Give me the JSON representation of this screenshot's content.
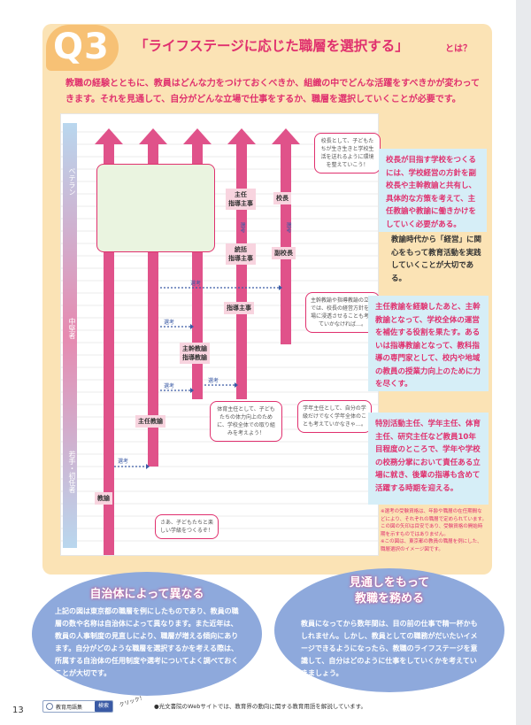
{
  "page_number": "13",
  "header": {
    "q_label": "Q3",
    "title": "「ライフステージに応じた職層を選択する」",
    "title_suffix": "とは？"
  },
  "intro": "教職の経験とともに、教員はどんな力をつけておくべきか、組織の中でどんな活躍をすべきかが変わってきます。それを見通して、自分がどんな立場で仕事をするか、職層を選択していくことが必要です。",
  "colors": {
    "accent": "#e0306e",
    "panel": "#fbe3b5",
    "arrow": "#e0528a",
    "note_bg": "#d6eef7",
    "ellipse": "#8ea9dc"
  },
  "stages": [
    {
      "label": "ベテラン"
    },
    {
      "label": "中堅者"
    },
    {
      "label": "若手・初任者"
    }
  ],
  "roles": {
    "teacher": "教諭",
    "lead_teacher": "主任教諭",
    "guide_teacher": "主幹教諭\n指導教諭",
    "guide_chief": "指導主事",
    "supervisor_chief": "統括\n指導主事",
    "vice_principal": "副校長",
    "chief_supervisor": "主任\n指導主事",
    "principal": "校長"
  },
  "selection_labels": [
    "選考",
    "選考",
    "選考",
    "選考",
    "選考",
    "選考",
    "選考"
  ],
  "bubbles": {
    "principal": "校長として、子どもたちが生き生きと学校生活を送れるように環境を整えていこう！",
    "guide": "主幹教諭や指導教諭の立場では、校長の経営方針を職場に浸透させることも考えていかなければ…。",
    "lead": "体育主任として、子どもたちの体力向上のために、学校全体での取り組みを考えよう！",
    "grade": "学年主任として、自分の学級だけでなく学年全体のことも考えていかなきゃ…。",
    "new_teacher": "さあ、子どもたちと楽しい学級をつくるぞ！"
  },
  "notes": {
    "principal": "校長が目指す学校をつくるには、学校経営の方針を副校長や主幹教諭と共有し、具体的な方策を考えて、主任教諭や教諭に働きかけをしていく必要がある。",
    "admin": "教諭時代から「経営」に関心をもって教育活動を実践していくことが大切である。",
    "guide": "主任教諭を経験したあと、主幹教諭となって、学校全体の運営を補佐する役割を果たす。あるいは指導教諭となって、教科指導の専門家として、校内や地域の教員の授業力向上のために力を尽くす。",
    "lead": "特別活動主任、学年主任、体育主任、研究主任など教員10年目程度のところで、学年や学校の校務分掌において責任ある立場に就き、後輩の指導も含めて活躍する時期を迎える。"
  },
  "footnotes": [
    "※選考の受験資格は、年齢や職層の在任期間などにより、それぞれの職層で定められています。この図の矢印は目安であり、受験資格の開始時期を示すものではありません。",
    "※この図は、東京都の教員の職層を例にした、職層選択のイメージ図です。"
  ],
  "sections": [
    {
      "title": "自治体によって異なる",
      "text": "上記の図は東京都の職層を例にしたものであり、教員の職層の数や名称は自治体によって異なります。また近年は、教員の人事制度の見直しにより、職層が増える傾向にあります。自分がどのような職層を選択するかを考える際は、所属する自治体の任用制度や選考についてよく調べておくことが大切です。"
    },
    {
      "title_line1": "見通しをもって",
      "title_line2": "教職を務める",
      "text": "教員になってから数年間は、目の前の仕事で精一杯かもしれません。しかし、教員としての職務がだいたいイメージできるようになったら、教職のライフステージを意識して、自分はどのように仕事をしていくかを考えていきましょう。"
    }
  ],
  "footer": {
    "search_term": "教育用語集",
    "search_button": "検索",
    "click_label": "クリック！",
    "text": "●光文書院のWebサイトでは、教育界の動向に関する教育用語を解説しています。"
  }
}
